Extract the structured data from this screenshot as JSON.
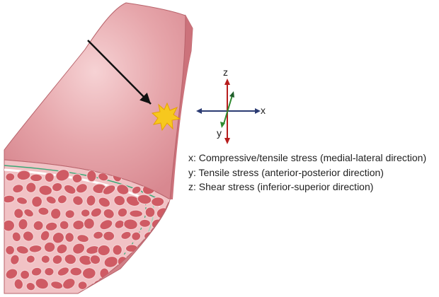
{
  "axes": {
    "x_label": "x",
    "y_label": "y",
    "z_label": "z",
    "colors": {
      "x": "#2b3b73",
      "y": "#2f8a2f",
      "z": "#b71c1c"
    }
  },
  "legend": {
    "x": "x: Compressive/tensile stress (medial-lateral direction)",
    "y": "y: Tensile stress (anterior-posterior direction)",
    "z": "z: Shear stress (inferior-superior direction)"
  },
  "colors": {
    "tissue_surface": "#dc8f95",
    "tissue_side": "#d07880",
    "muscle_fiber": "#cf5b64",
    "fascia_green": "#3aa876",
    "impact_burst": "#f7c81e",
    "impact_arrow": "#111111"
  }
}
